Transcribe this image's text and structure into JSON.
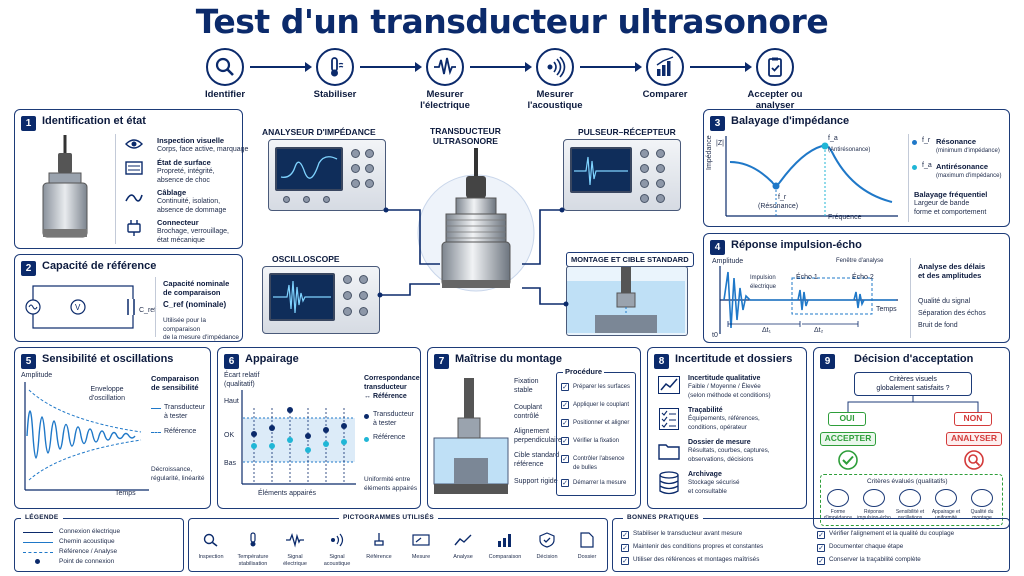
{
  "title": "Test d'un transducteur ultrasonore",
  "flow": [
    {
      "label": "Identifier",
      "icon": "magnifier-icon"
    },
    {
      "label": "Stabiliser",
      "icon": "thermometer-icon"
    },
    {
      "label": "Mesurer\nl'électrique",
      "icon": "electrical-signal-icon"
    },
    {
      "label": "Mesurer\nl'acoustique",
      "icon": "acoustic-wave-icon"
    },
    {
      "label": "Comparer",
      "icon": "bar-chart-icon"
    },
    {
      "label": "Accepter ou\nanalyser",
      "icon": "clipboard-check-icon"
    }
  ],
  "p1": {
    "num": "1",
    "title": "Identification et état",
    "items": [
      {
        "head": "Inspection visuelle",
        "body": "Corps, face active, marquage",
        "icon": "eye-icon"
      },
      {
        "head": "État de surface",
        "body": "Propreté, intégrité,\nabsence de choc",
        "icon": "surface-icon"
      },
      {
        "head": "Câblage",
        "body": "Continuité, isolation,\nabsence de dommage",
        "icon": "cable-icon"
      },
      {
        "head": "Connecteur",
        "body": "Brochage, verrouillage,\nétat mécanique",
        "icon": "connector-icon"
      }
    ]
  },
  "p2": {
    "num": "2",
    "title": "Capacité de référence",
    "cref": "C_ref",
    "head": "Capacité nominale\nde comparaison",
    "nominal": "C_ref (nominale)",
    "note": "Utilisée pour la comparaison\nde la mesure d'impédance"
  },
  "center": {
    "analyzer": "ANALYSEUR D'IMPÉDANCE",
    "transducer": "TRANSDUCTEUR\nULTRASONORE",
    "pulser": "PULSEUR–RÉCEPTEUR",
    "oscillo": "OSCILLOSCOPE",
    "montage": "MONTAGE ET CIBLE STANDARD"
  },
  "p3": {
    "num": "3",
    "title": "Balayage d'impédance",
    "ylabel": "Impédance",
    "yunit": "|Z|",
    "xlabel": "Fréquence",
    "fr": "f_r",
    "fa": "f_a",
    "res_label": "(Résonance)",
    "anti_label": "(Antirésonance)",
    "leg1_head": "Résonance",
    "leg1_body": "(minimum d'impédance)",
    "leg2_head": "Antirésonance",
    "leg2_body": "(maximum d'impédance)",
    "sweep_head": "Balayage fréquentiel",
    "sweep_body": "Largeur de bande\nforme et comportement"
  },
  "p4": {
    "num": "4",
    "title": "Réponse impulsion-écho",
    "ylabel": "Amplitude",
    "xlabel": "Temps",
    "t0": "t0",
    "impulse": "Impulsion\nélectrique",
    "echo1": "Écho 1",
    "echo2": "Écho 2",
    "window": "Fenêtre d'analyse",
    "dt1": "Δt₁",
    "dt2": "Δt₂",
    "analysis": "Analyse des délais\net des amplitudes",
    "q1": "Qualité du signal",
    "q2": "Séparation des échos",
    "q3": "Bruit de fond"
  },
  "p5": {
    "num": "5",
    "title": "Sensibilité et oscillations",
    "ylabel": "Amplitude",
    "xlabel": "Temps",
    "envelope": "Enveloppe\nd'oscillation",
    "compare": "Comparaison\nde sensibilité",
    "leg1": "Transducteur\nà tester",
    "leg2": "Référence",
    "note": "Décroissance,\nrégularité, linéarité"
  },
  "p6": {
    "num": "6",
    "title": "Appairage",
    "ylabel": "Écart relatif\n(qualitatif)",
    "levels": [
      "Haut",
      "OK",
      "Bas"
    ],
    "xlabel": "Éléments appairés",
    "corr": "Correspondance\ntransducteur\n↔ Référence",
    "leg1": "Transducteur\nà tester",
    "leg2": "Référence",
    "note": "Uniformité entre\néléments appairés"
  },
  "p7": {
    "num": "7",
    "title": "Maîtrise du montage",
    "labels": [
      "Fixation\nstable",
      "Couplant\ncontrôlé",
      "Alignement\nperpendiculaire",
      "Cible standard\nréférence",
      "Support rigide"
    ],
    "proc_title": "Procédure",
    "steps": [
      "Préparer les surfaces",
      "Appliquer le couplant",
      "Positionner et aligner",
      "Vérifier la fixation",
      "Contrôler l'absence\nde bulles",
      "Démarrer la mesure"
    ]
  },
  "p8": {
    "num": "8",
    "title": "Incertitude et dossiers",
    "items": [
      {
        "head": "Incertitude qualitative",
        "body": "Faible / Moyenne / Élevée\n(selon méthode et conditions)",
        "icon": "trend-icon"
      },
      {
        "head": "Traçabilité",
        "body": "Équipements, références,\nconditions, opérateur",
        "icon": "checklist-icon"
      },
      {
        "head": "Dossier de mesure",
        "body": "Résultats, courbes, captures,\nobservations, décisions",
        "icon": "folder-icon"
      },
      {
        "head": "Archivage",
        "body": "Stockage sécurisé\net consultable",
        "icon": "database-icon"
      }
    ]
  },
  "p9": {
    "num": "9",
    "title": "Décision d'acceptation",
    "question": "Critères visuels\nglobalement satisfaits ?",
    "yes": "OUI",
    "no": "NON",
    "accept": "ACCEPTER",
    "analyze": "ANALYSER",
    "criteria_title": "Critères évalués (qualitatifs)",
    "criteria": [
      "Forme\nd'impédance",
      "Réponse\nimpulsion-écho",
      "Sensibilité et\noscillations",
      "Appairage et\nuniformité",
      "Qualité du\nmontage"
    ]
  },
  "legend": {
    "title": "LÉGENDE",
    "items": [
      "Connexion électrique",
      "Chemin acoustique",
      "Référence / Analyse",
      "Point de connexion"
    ]
  },
  "pictos": {
    "title": "PICTOGRAMMES UTILISÉS",
    "items": [
      "Inspection",
      "Température\nstabilisation",
      "Signal\nélectrique",
      "Signal\nacoustique",
      "Référence",
      "Mesure",
      "Analyse",
      "Comparaison",
      "Décision",
      "Dossier"
    ]
  },
  "bonnes": {
    "title": "BONNES PRATIQUES",
    "items": [
      "Stabiliser le transducteur avant mesure",
      "Vérifier l'alignement et la qualité du couplage",
      "Maintenir des conditions propres et constantes",
      "Documenter chaque étape",
      "Utiliser des références et montages maîtrisés",
      "Conserver la traçabilité complète"
    ]
  },
  "colors": {
    "navy": "#0b2a6b",
    "accent": "#1f78c8",
    "cyan": "#20b6d6",
    "green": "#2e9e3a",
    "red": "#d33a3a"
  }
}
